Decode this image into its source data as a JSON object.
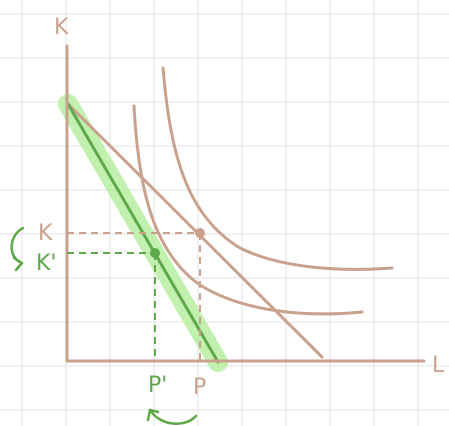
{
  "labels": {
    "y_axis": "K",
    "x_axis": "L",
    "k_original": "K",
    "k_new": "K'",
    "p_new": "P'",
    "p_original": "P"
  },
  "colors": {
    "grid": "#e3e3e3",
    "axes": "#c9a28e",
    "budget_original": "#c9a28e",
    "budget_new": "#5ea84a",
    "budget_new_highlight": "#b8eea0",
    "isoquants": "#c9a28e",
    "points_original": "#c9a28e",
    "points_new": "#5ea84a"
  },
  "arrows": {
    "k_shift": "curved-arrow-icon",
    "p_shift": "curved-arrow-icon"
  }
}
